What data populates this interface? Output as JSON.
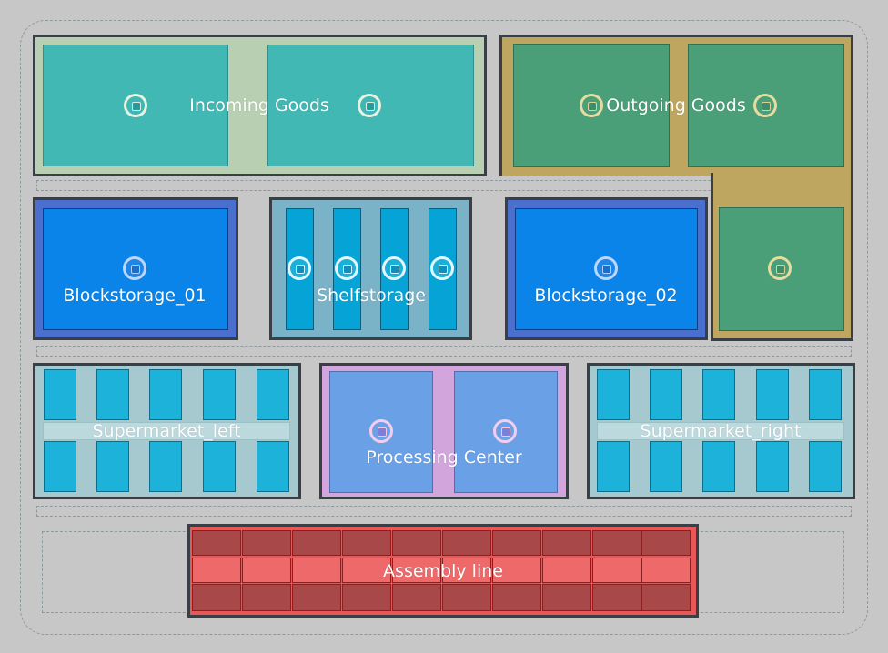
{
  "zones": {
    "incoming": {
      "label": "Incoming Goods"
    },
    "outgoing": {
      "label": "Outgoing Goods"
    },
    "block1": {
      "label": "Blockstorage_01"
    },
    "shelf": {
      "label": "Shelfstorage"
    },
    "block2": {
      "label": "Blockstorage_02"
    },
    "smleft": {
      "label": "Supermarket_left"
    },
    "processing": {
      "label": "Processing Center"
    },
    "smright": {
      "label": "Supermarket_right"
    },
    "assembly": {
      "label": "Assembly line"
    }
  },
  "colors": {
    "background": "#c7c7c7",
    "incoming_plate": "#41b8b4",
    "incoming_base": "#b8cfb2",
    "outgoing_plate": "#4a9e78",
    "outgoing_base": "#bfa660",
    "blockstorage": "#0a84e8",
    "shelf": "#05a3d6",
    "supermarket": "#1cb2da",
    "processing": "#6aa1e6",
    "assembly": "#e85858"
  },
  "icons": {
    "location": "location-marker-icon"
  }
}
